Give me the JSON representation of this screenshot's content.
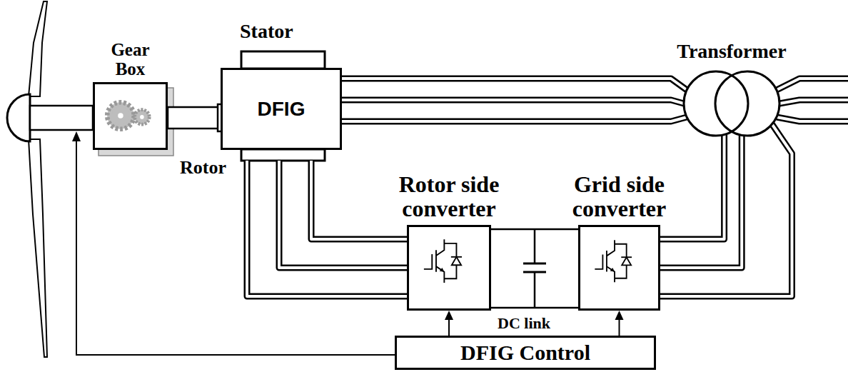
{
  "diagram": {
    "nodes": [
      {
        "text": [
          "Gear Box"
        ]
      },
      {
        "text": [
          "DFIG"
        ]
      },
      {
        "text": [
          "Transformer"
        ]
      },
      {
        "text": [
          "Rotor side converter"
        ]
      },
      {
        "text": [
          "Grid side converter"
        ]
      },
      {
        "text": [
          "DFIG Control"
        ]
      }
    ],
    "edges": [
      {
        "from": 1,
        "to": 2,
        "arrow": "none"
      },
      {
        "from": 1,
        "to": 3,
        "arrow": "none"
      },
      {
        "from": 3,
        "to": 4,
        "arrow": "none"
      },
      {
        "from": 4,
        "to": 2,
        "arrow": "none"
      },
      {
        "from": 5,
        "to": 3,
        "arrow": "to"
      },
      {
        "from": 5,
        "to": 4,
        "arrow": "to"
      }
    ],
    "labels": [
      "Stator",
      "Rotor",
      "DC link"
    ]
  }
}
